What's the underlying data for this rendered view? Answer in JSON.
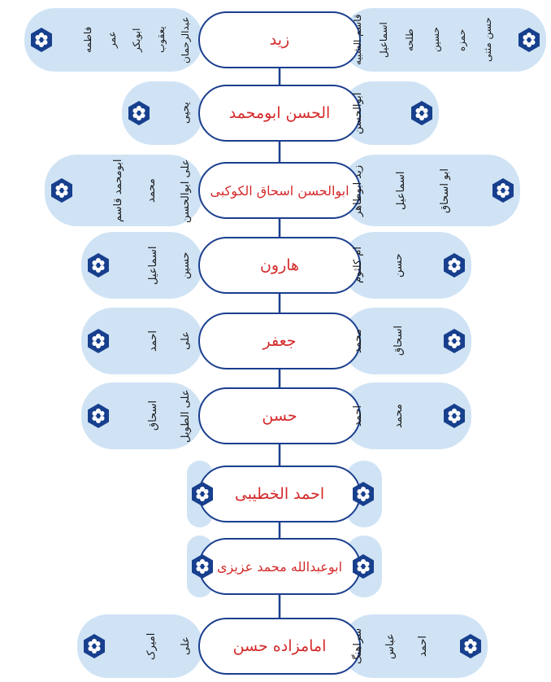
{
  "colors": {
    "panel": "#cfe3f5",
    "border": "#1b3f8f",
    "hex": "#173f8d",
    "center_text": "#d42a2a",
    "side_text": "#1a1a1a"
  },
  "icon": "flower-hexagon-icon",
  "rows": [
    {
      "center": "زید",
      "right": [
        "حسن مثنی",
        "حمزه",
        "حسین",
        "طلحه",
        "اسماعیل",
        "قاسم الشبیه"
      ],
      "left": [
        "عبدالرحمان",
        "یعقوب",
        "ابوبکر",
        "عمر",
        "فاطمه"
      ]
    },
    {
      "center": "الحسن ابومحمد",
      "right": [
        "ابوالحسن"
      ],
      "left": [
        "یحیی"
      ]
    },
    {
      "center": "ابوالحسن اسحاق الکوکبی",
      "right": [
        "ابو اسحاق",
        "اسماعیل",
        "زید ابوطاهر"
      ],
      "left": [
        "علی ابوالحسن",
        "محمد",
        "ابومحمد قاسم"
      ]
    },
    {
      "center": "هارون",
      "right": [
        "حسن",
        "ام کلثوم"
      ],
      "left": [
        "حسین",
        "اسماعیل"
      ]
    },
    {
      "center": "جعفر",
      "right": [
        "اسحاق",
        "محمد"
      ],
      "left": [
        "علی",
        "احمد"
      ]
    },
    {
      "center": "حسن",
      "right": [
        "محمد",
        "احمد"
      ],
      "left": [
        "علی الطویل",
        "اسحاق"
      ]
    },
    {
      "center": "احمد الخطیبی",
      "right": [],
      "left": []
    },
    {
      "center": "ابوعبدالله محمد عزیزی",
      "right": [],
      "left": []
    },
    {
      "center": "امامزاده حسن",
      "right": [
        "احمد",
        "عباس",
        "سراهنگ"
      ],
      "left": [
        "علی",
        "امیرک"
      ]
    }
  ]
}
